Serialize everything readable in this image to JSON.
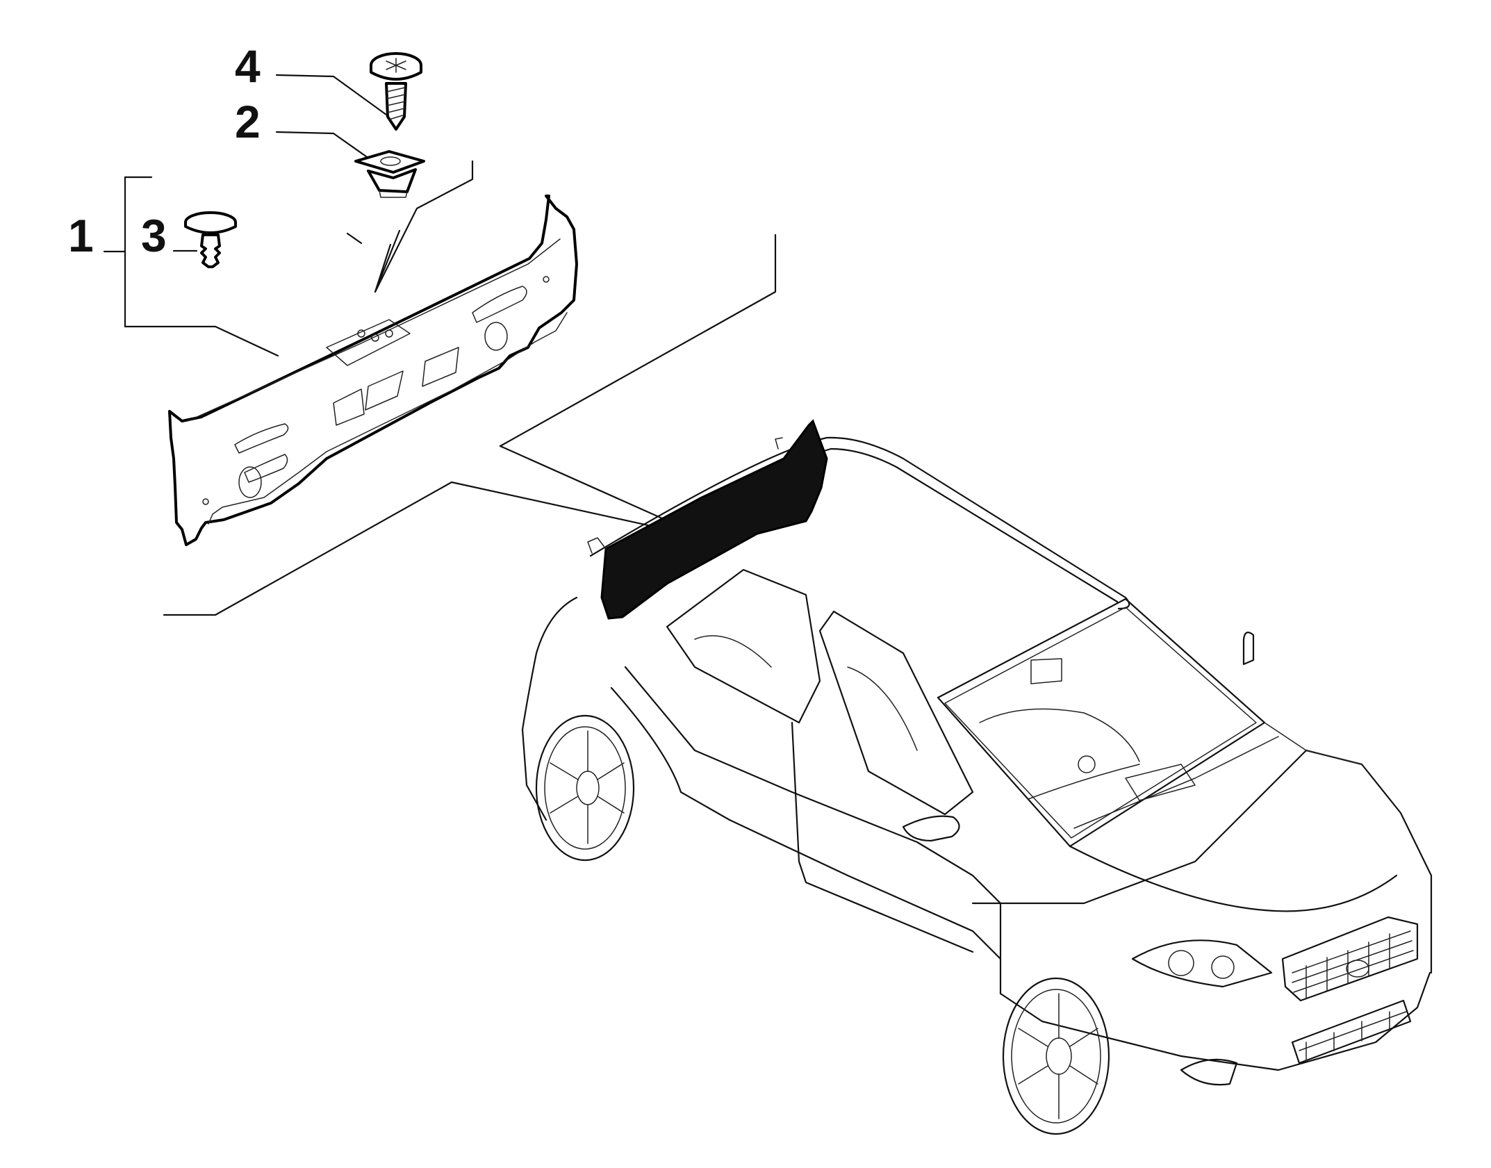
{
  "callouts": [
    {
      "id": "4",
      "label": "4"
    },
    {
      "id": "2",
      "label": "2"
    },
    {
      "id": "1",
      "label": "1"
    },
    {
      "id": "3",
      "label": "3"
    }
  ],
  "colors": {
    "line": "#111111",
    "highlight_fill": "#111111",
    "background": "#ffffff"
  }
}
